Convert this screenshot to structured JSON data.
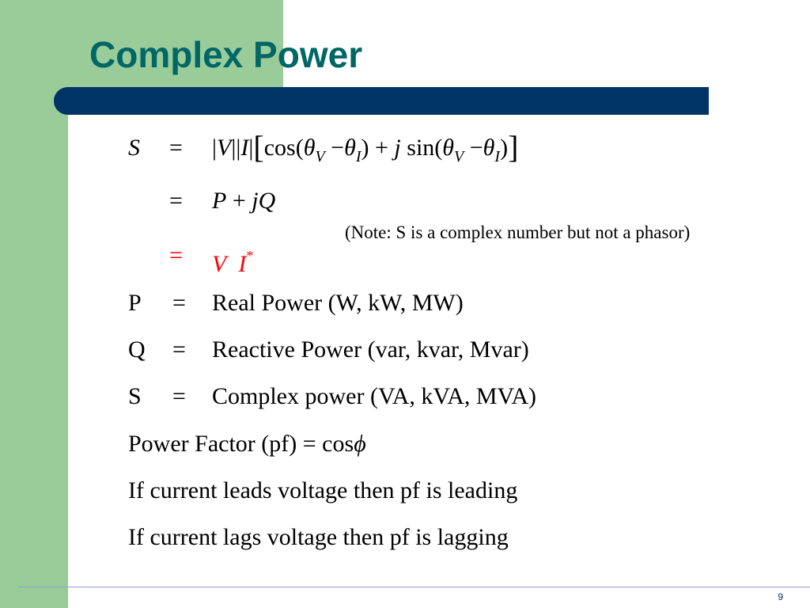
{
  "slide": {
    "title": "Complex Power",
    "page_number": "9",
    "accent_colors": {
      "sidebar_green": "#99cc99",
      "title_bar_navy": "#003366",
      "title_teal": "#006666",
      "highlight_red": "#ff0000"
    }
  },
  "equations": {
    "s_label": "S",
    "equals": "=",
    "line1": {
      "abs_v": "V",
      "abs_i": "I",
      "cos_open": "cos(",
      "theta": "θ",
      "sub_v": "V",
      "sub_i": "I",
      "minus": " −",
      "close_plus": ") + ",
      "j": "j",
      "sin_open": " sin(",
      "close": ")"
    },
    "line2": {
      "p": "P",
      "plus": " + ",
      "jq": "jQ"
    },
    "line3": {
      "v": "V",
      "i": "I",
      "star": "*"
    },
    "note": "(Note:  S is a complex number but not a phasor)"
  },
  "definitions": [
    {
      "key": "P",
      "eq": "=",
      "value": "Real Power (W, kW, MW)"
    },
    {
      "key": "Q",
      "eq": "=",
      "value": "Reactive Power (var, kvar, Mvar)"
    },
    {
      "key": "S",
      "eq": "=",
      "value": "Complex power (VA, kVA, MVA)"
    }
  ],
  "power_factor": {
    "text": "Power Factor (pf) = cos",
    "phi": "ϕ"
  },
  "statements": [
    "If current leads voltage then pf is leading",
    "If current lags voltage then pf is lagging"
  ]
}
